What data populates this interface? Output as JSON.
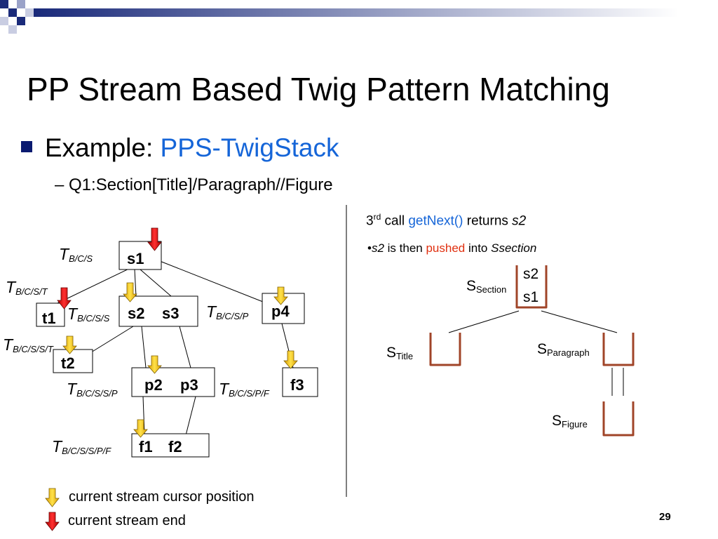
{
  "slide": {
    "title": "PP Stream Based Twig Pattern Matching",
    "bullet1_prefix": "Example: ",
    "bullet1_highlight": "PPS-TwigStack",
    "bullet2": "–  Q1:Section[Title]/Paragraph//Figure",
    "page_number": "29"
  },
  "tree": {
    "labels": {
      "t_bcs": {
        "main": "T",
        "sub": "B/C/S"
      },
      "t_bcst": {
        "main": "T",
        "sub": "B/C/S/T"
      },
      "t_bcss": {
        "main": "T",
        "sub": "B/C/S/S"
      },
      "t_bcsp": {
        "main": "T",
        "sub": "B/C/S/P"
      },
      "t_bcsst": {
        "main": "T",
        "sub": "B/C/S/S/T"
      },
      "t_bcssp": {
        "main": "T",
        "sub": "B/C/S/S/P"
      },
      "t_bcspf": {
        "main": "T",
        "sub": "B/C/S/P/F"
      },
      "t_bcsspf": {
        "main": "T",
        "sub": "B/C/S/S/P/F"
      }
    },
    "nodes": {
      "s1": "s1",
      "t1": "t1",
      "s2": "s2",
      "s3": "s3",
      "p4": "p4",
      "t2": "t2",
      "p2": "p2",
      "p3": "p3",
      "f3": "f3",
      "f1": "f1",
      "f2": "f2"
    }
  },
  "right_panel": {
    "line1": {
      "pre": "3",
      "sup": "rd",
      "mid": " call ",
      "method": "getNext()",
      "post": " returns ",
      "var": "s2"
    },
    "line2": {
      "bullet": "•",
      "var": "s2",
      "mid": " is then ",
      "action": "pushed",
      "post": " into ",
      "target": "Ssection"
    },
    "stacks": {
      "section": {
        "main": "S",
        "sub": "Section",
        "items": [
          "s2",
          "s1"
        ]
      },
      "title": {
        "main": "S",
        "sub": "Title"
      },
      "paragraph": {
        "main": "S",
        "sub": "Paragraph"
      },
      "figure": {
        "main": "S",
        "sub": "Figure"
      }
    }
  },
  "legend": {
    "cursor": "current stream cursor position",
    "end": "current stream end"
  },
  "colors": {
    "accent_blue": "#1565d8",
    "pushed_red": "#e03010",
    "bucket_brown": "#a04428",
    "cursor_arrow": "#f2c200",
    "end_arrow": "#e01818",
    "deco_navy": "#0a1a70"
  }
}
